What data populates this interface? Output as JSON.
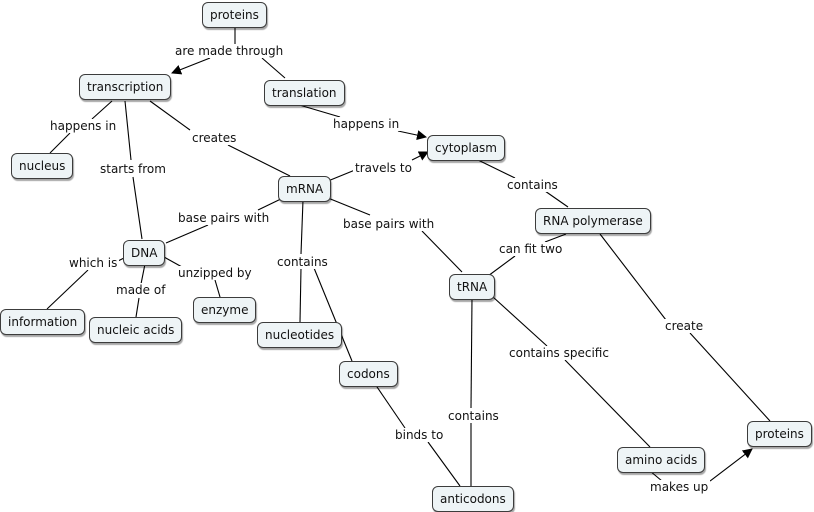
{
  "concepts": {
    "proteins_top": "proteins",
    "transcription": "transcription",
    "translation": "translation",
    "nucleus": "nucleus",
    "cytoplasm": "cytoplasm",
    "mrna": "mRNA",
    "rna_polymerase": "RNA polymerase",
    "dna": "DNA",
    "information": "information",
    "nucleic_acids": "nucleic acids",
    "enzyme": "enzyme",
    "nucleotides": "nucleotides",
    "trna": "tRNA",
    "codons": "codons",
    "amino_acids": "amino acids",
    "proteins_bottom": "proteins",
    "anticodons": "anticodons"
  },
  "links": {
    "are_made_through": "are made through",
    "happens_in_1": "happens in",
    "happens_in_2": "happens in",
    "creates": "creates",
    "starts_from": "starts from",
    "travels_to": "travels to",
    "contains_1": "contains",
    "base_pairs_with_1": "base pairs with",
    "base_pairs_with_2": "base pairs with",
    "can_fit_two": "can fit two",
    "which_is": "which is",
    "unzipped_by": "unzipped by",
    "made_of": "made of",
    "contains_2": "contains",
    "create": "create",
    "contains_specific": "contains specific",
    "contains_3": "contains",
    "binds_to": "binds to",
    "makes_up": "makes up"
  },
  "colors": {
    "node_fill": "#eef4f6",
    "node_border": "#3c3c3c",
    "line": "#000000"
  }
}
